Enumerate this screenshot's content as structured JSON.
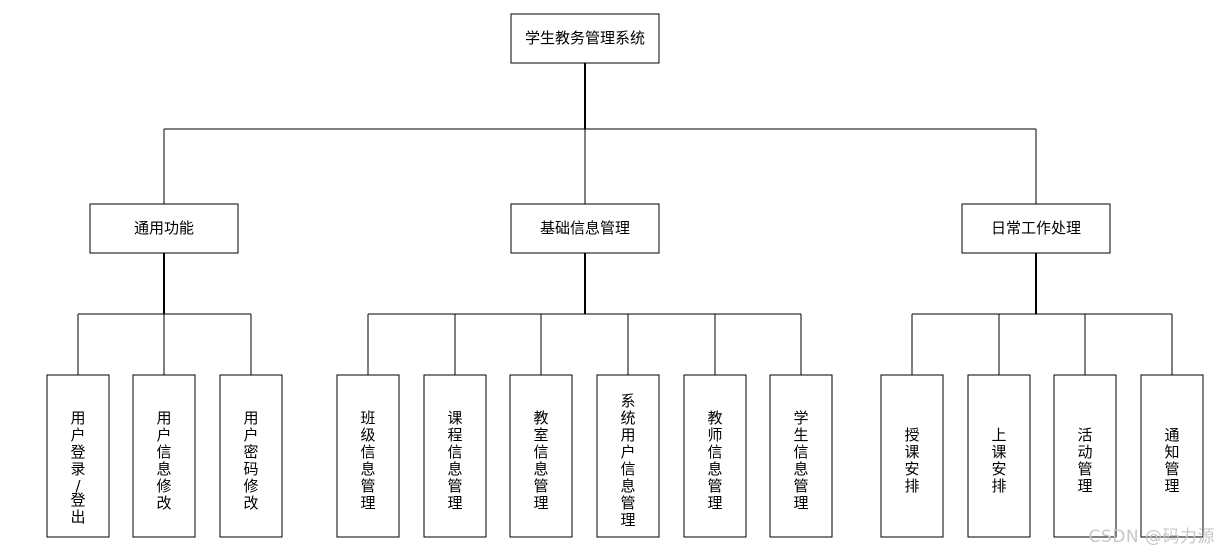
{
  "root": {
    "label": "学生教务管理系统"
  },
  "groups": [
    {
      "label": "通用功能",
      "children": [
        "用户登录/登出",
        "用户信息修改",
        "用户密码修改"
      ]
    },
    {
      "label": "基础信息管理",
      "children": [
        "班级信息管理",
        "课程信息管理",
        "教室信息管理",
        "系统用户信息管理",
        "教师信息管理",
        "学生信息管理"
      ]
    },
    {
      "label": "日常工作处理",
      "children": [
        "授课安排",
        "上课安排",
        "活动管理",
        "通知管理"
      ]
    }
  ],
  "watermark": "CSDN @码力源"
}
